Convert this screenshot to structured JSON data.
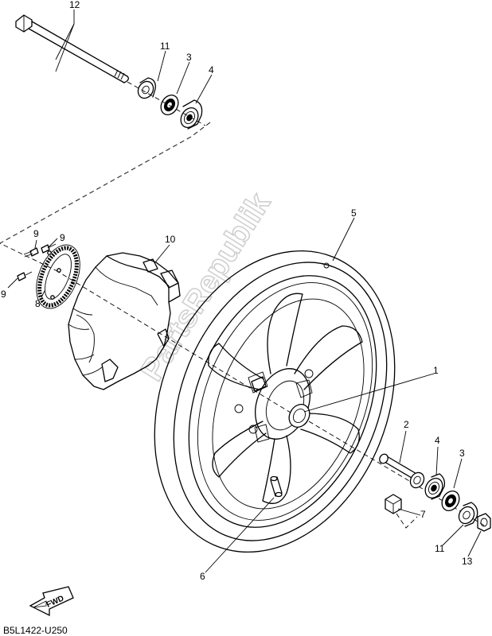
{
  "watermark": "PartsRepublik",
  "diagram_code": "B5L1422-U250",
  "fwd_label": "FWD",
  "callouts": {
    "c1": "1",
    "c2": "2",
    "c3_top": "3",
    "c3_right": "3",
    "c4_top": "4",
    "c4_right": "4",
    "c5": "5",
    "c6": "6",
    "c7": "7",
    "c8": "8",
    "c9_a": "9",
    "c9_b": "9",
    "c9_c": "9",
    "c10": "10",
    "c11_top": "11",
    "c11_right": "11",
    "c12": "12",
    "c13": "13"
  }
}
